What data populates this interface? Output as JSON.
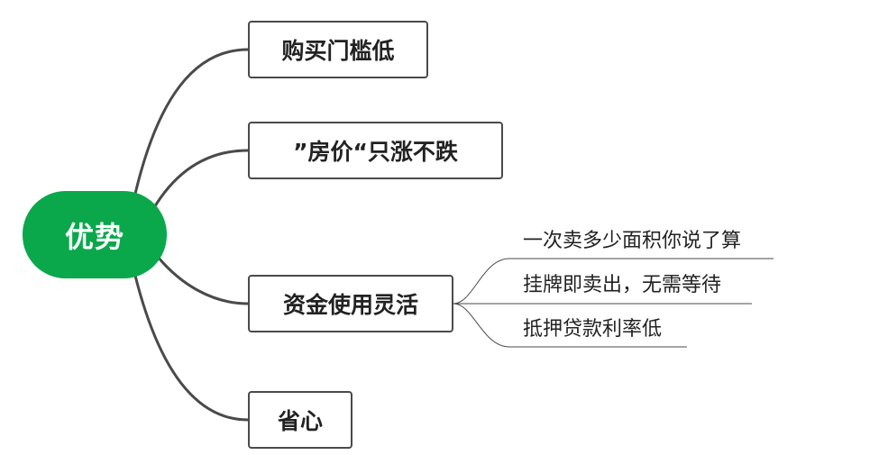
{
  "root": {
    "label": "优势",
    "color": "#0aa84b"
  },
  "branches": [
    {
      "label": "购买门槛低"
    },
    {
      "label": "”房价“只涨不跌"
    },
    {
      "label": "资金使用灵活",
      "subtopics": [
        {
          "label": "一次卖多少面积你说了算"
        },
        {
          "label": "挂牌即卖出，无需等待"
        },
        {
          "label": "抵押贷款利率低"
        }
      ]
    },
    {
      "label": "省心"
    }
  ]
}
